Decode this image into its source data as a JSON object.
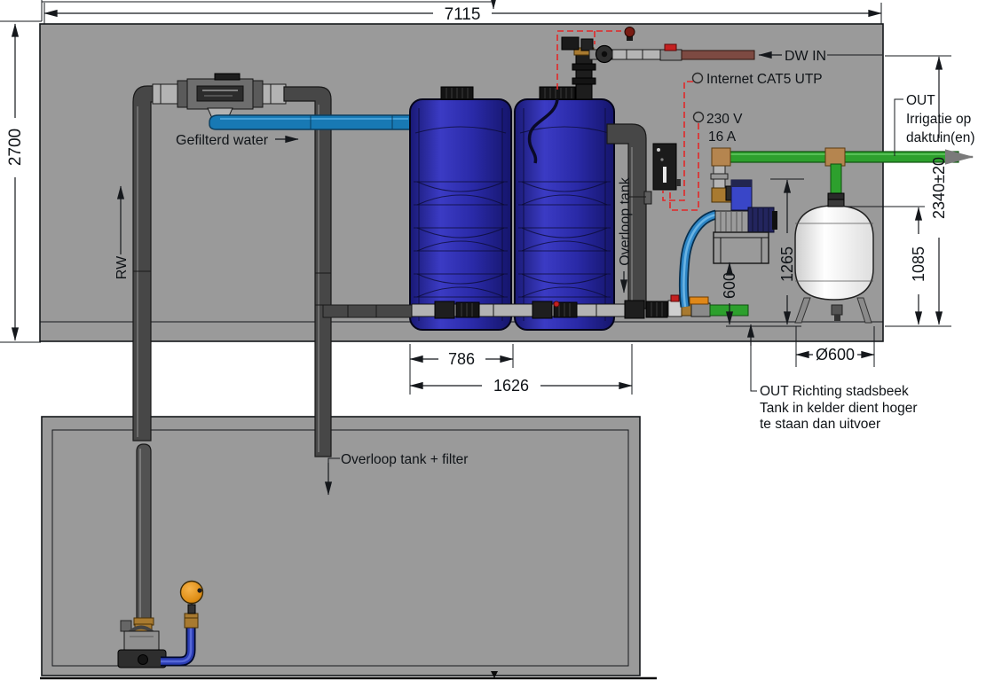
{
  "diagram_title": "rainwater-installation-section-drawing",
  "colors": {
    "room_fill": "#9a9a9a",
    "tank_blue": "#2f2fae",
    "pipe_dark": "#474747",
    "pipe_light": "#b3b3b3",
    "water_blue": "#1879b4",
    "pipe_green": "#2da02d",
    "pipe_brown": "#7d4a42",
    "wire_red": "#e22828",
    "float_orange": "#e8941a",
    "vessel_white": "#f8f8f8"
  },
  "dimensions": {
    "total_width": "7115",
    "total_height": "2700",
    "tank1_width": "786",
    "tanks_width": "1626",
    "pump_stand_height": "600",
    "pump_line_height": "1265",
    "vessel_height": "1085",
    "out_height": "2340±20",
    "vessel_diameter": "Ø600"
  },
  "labels": {
    "filtered_water": "Gefilterd water",
    "rainwater": "RW",
    "overflow_tank": "Overloop tank",
    "dw_in": "DW IN",
    "internet": "Internet CAT5 UTP",
    "power_voltage": "230 V",
    "power_current": "16 A",
    "out_irrigation_line1": "OUT",
    "out_irrigation_line2": "Irrigatie op",
    "out_irrigation_line3": "daktuin(en)",
    "out_stream_line1": "OUT Richting stadsbeek",
    "out_stream_line2": "Tank in kelder dient hoger",
    "out_stream_line3": "te staan dan uitvoer",
    "overflow_tank_filter": "Overloop tank + filter"
  }
}
